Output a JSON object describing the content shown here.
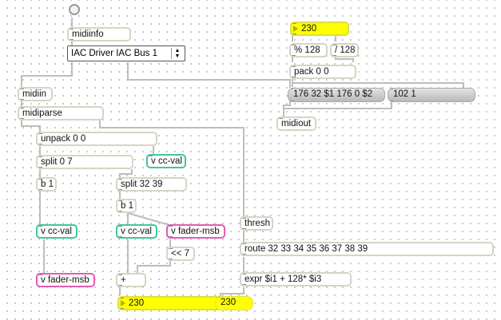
{
  "objects": {
    "midiinfo": "midiinfo",
    "midiin": "midiin",
    "midiparse": "midiparse",
    "unpack": "unpack 0 0",
    "split_0_7": "split 0 7",
    "split_32_39": "split 32 39",
    "b1_left": "b 1",
    "b1_mid": "b 1",
    "v_cc_val_top": "v cc-val",
    "v_cc_val_left": "v cc-val",
    "v_cc_val_mid": "v cc-val",
    "v_fader_msb_mid": "v fader-msb",
    "v_fader_msb_left": "v fader-msb",
    "shift": "<< 7",
    "plus": "+",
    "thresh": "thresh",
    "route": "route 32 33 34 35 36 37 38 39",
    "expr": "expr $i1 + 128* $i3",
    "mod": "% 128",
    "div": "/ 128",
    "pack": "pack 0 0",
    "midiout": "midiout"
  },
  "menu": {
    "selected": "IAC Driver IAC Bus 1"
  },
  "messages": {
    "cc": "176 32 $1 176 0 $2",
    "pgm": "102 1",
    "result": "230"
  },
  "number_boxes": {
    "top": "230",
    "bottom": "230"
  },
  "colors": {
    "canvas": "#ffffff",
    "object_border": "#d5d5c2",
    "cc_val_border": "#3ec79a",
    "fader_msb_border": "#e45ab4",
    "number_box": "#ffff00",
    "cord": "#bdbdbd"
  }
}
